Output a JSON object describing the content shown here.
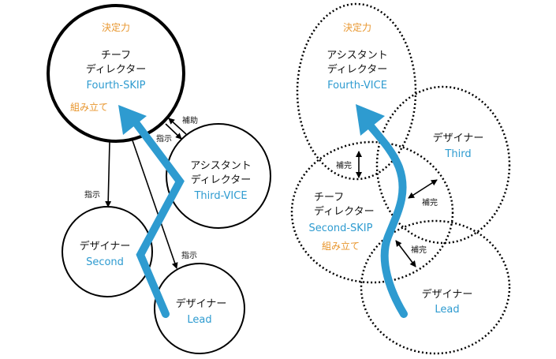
{
  "colors": {
    "accent_blue": "#2e9bd0",
    "accent_orange": "#e8962e"
  },
  "left": {
    "chief": {
      "top_label": "決定力",
      "line1": "チーフ",
      "line2": "ディレクター",
      "rank": "Fourth-SKIP",
      "bottom_label": "組み立て"
    },
    "assistant": {
      "line1": "アシスタント",
      "line2": "ディレクター",
      "rank": "Third-VICE"
    },
    "designer_second": {
      "line1": "デザイナー",
      "rank": "Second"
    },
    "designer_lead": {
      "line1": "デザイナー",
      "rank": "Lead"
    },
    "edges": {
      "instruct_second": "指示",
      "instruct_lead": "指示",
      "instruct_assistant": "指示",
      "assist_chief": "補助"
    }
  },
  "right": {
    "assistant": {
      "top_label": "決定力",
      "line1": "アシスタント",
      "line2": "ディレクター",
      "rank": "Fourth-VICE"
    },
    "designer_third": {
      "line1": "デザイナー",
      "rank": "Third"
    },
    "chief": {
      "line1": "チーフ",
      "line2": "ディレクター",
      "rank": "Second-SKIP",
      "bottom_label": "組み立て"
    },
    "designer_lead": {
      "line1": "デザイナー",
      "rank": "Lead"
    },
    "edges": {
      "complement_1": "補完",
      "complement_2": "補完",
      "complement_3": "補完"
    }
  }
}
